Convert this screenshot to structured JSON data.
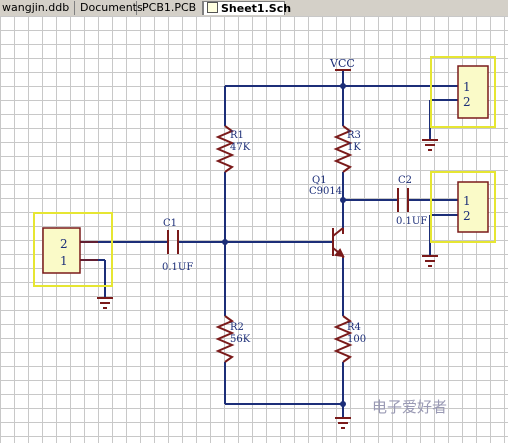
{
  "tabs": [
    {
      "label": "wangjin.ddb"
    },
    {
      "label": "Documents"
    },
    {
      "label": "PCB1.PCB"
    },
    {
      "label": "Sheet1.Sch",
      "active": true
    }
  ],
  "schematic": {
    "vcc_label": "VCC",
    "components": {
      "r1": {
        "ref": "R1",
        "value": "47K"
      },
      "r2": {
        "ref": "R2",
        "value": "56K"
      },
      "r3": {
        "ref": "R3",
        "value": "1K"
      },
      "r4": {
        "ref": "R4",
        "value": "100"
      },
      "c1": {
        "ref": "C1",
        "value": "0.1UF"
      },
      "c2": {
        "ref": "C2",
        "value": "0.1UF"
      },
      "q1": {
        "ref": "Q1",
        "value": "C9014"
      }
    },
    "connectors": {
      "left": {
        "pin_top": "2",
        "pin_bottom": "1"
      },
      "right_top": {
        "pin_top": "1",
        "pin_bottom": "2"
      },
      "right_bottom": {
        "pin_top": "1",
        "pin_bottom": "2"
      }
    },
    "watermark": "电子爱好者"
  },
  "colors": {
    "wire": "#1c2e78",
    "part": "#7a1a1a",
    "connector": "#e6e632",
    "text": "#1c2e78",
    "watermark": "#9a9ab4"
  }
}
